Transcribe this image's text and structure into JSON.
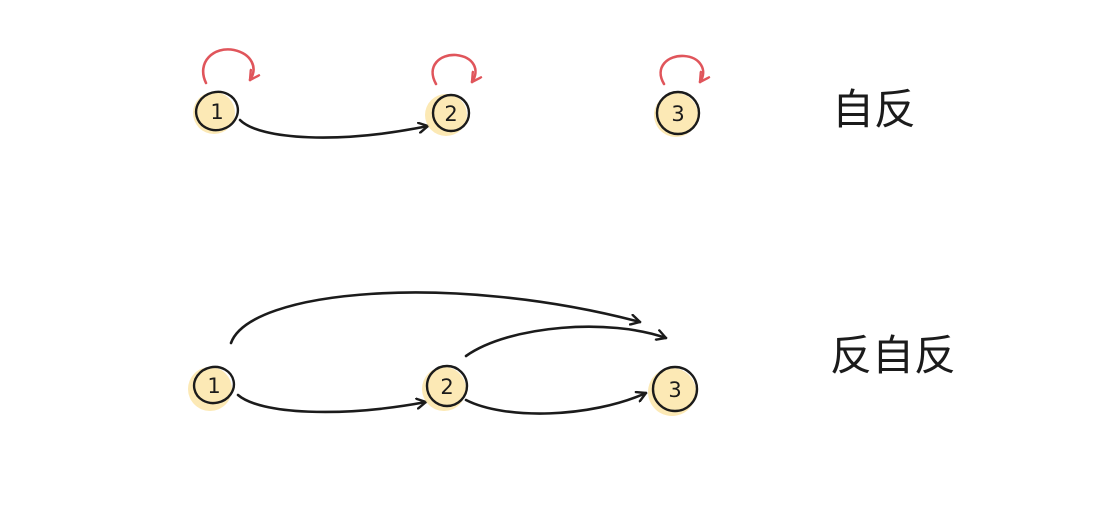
{
  "colors": {
    "node_fill": "#fbe5a8",
    "ink": "#1b1b1b",
    "self_loop": "#e0555b",
    "background": "#ffffff"
  },
  "rows": [
    {
      "label": "自反",
      "nodes": [
        "1",
        "2",
        "3"
      ],
      "edges": [
        [
          "1",
          "2"
        ]
      ],
      "self_loops": [
        "1",
        "2",
        "3"
      ]
    },
    {
      "label": "反自反",
      "nodes": [
        "1",
        "2",
        "3"
      ],
      "edges": [
        [
          "1",
          "2"
        ],
        [
          "2",
          "3"
        ],
        [
          "1",
          "3"
        ],
        [
          "2",
          "3"
        ]
      ],
      "self_loops": []
    }
  ]
}
